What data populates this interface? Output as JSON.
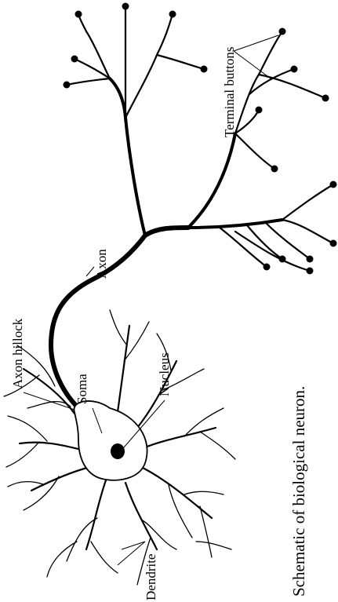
{
  "labels": {
    "terminal_buttons": "Terminal buttons",
    "axon": "Axon",
    "axon_hillock": "Axon hillock",
    "soma": "Soma",
    "nucleus": "Nucleus",
    "dendrite": "Dendrite"
  },
  "caption": "Schematic of biological neuron.",
  "colors": {
    "stroke": "#000000",
    "background": "#ffffff"
  }
}
